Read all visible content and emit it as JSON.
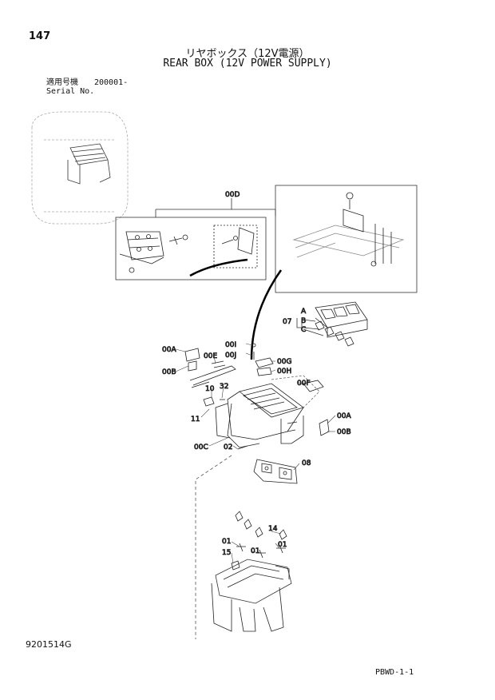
{
  "header": {
    "page_number": "147",
    "title_jp": "リヤボックス（12V電源）",
    "title_en": "REAR BOX (12V POWER SUPPLY)",
    "serial_label_jp": "適用号機",
    "serial_label_en": "Serial No.",
    "serial_value": "200001-"
  },
  "footer": {
    "document_number": "9201514G",
    "page_code": "PBWD-1-1"
  },
  "callouts": {
    "c00D": "00D",
    "c07": "07",
    "cA": "A",
    "cB": "B",
    "cC": "C",
    "c00I": "00I",
    "c00J": "00J",
    "c00G": "00G",
    "c00H": "00H",
    "c00A_left": "00A",
    "c00E": "00E",
    "c00B_left": "00B",
    "c00F": "00F",
    "c10": "10",
    "c32": "32",
    "c11": "11",
    "c00A_right": "00A",
    "c00B_right": "00B",
    "c00C": "00C",
    "c02": "02",
    "c08": "08",
    "c14": "14",
    "c01_a": "01",
    "c01_b": "01",
    "c01_c": "01",
    "c15": "15"
  }
}
